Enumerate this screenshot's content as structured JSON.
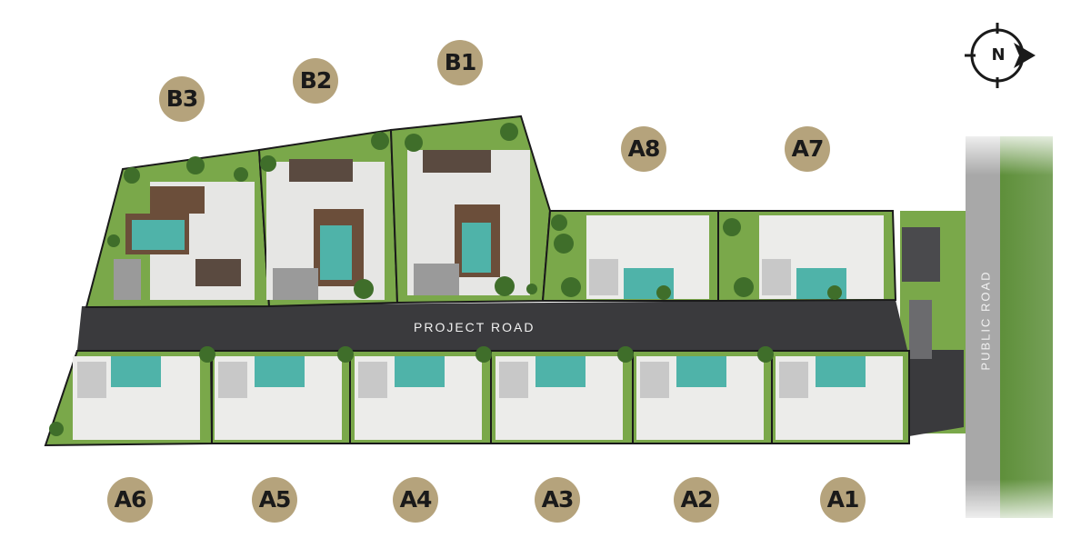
{
  "map": {
    "project_road_label": "PROJECT ROAD",
    "public_road_label": "PUBLIC ROAD",
    "compass_letter": "N",
    "colors": {
      "lawn": "#7aa84a",
      "lawn_dark": "#5f8a36",
      "road": "#3b3b3e",
      "public_road": "#a9a9a9",
      "badge": "#b5a37c",
      "pool": "#4fb3a9",
      "villa_floor": "#e8e8e6",
      "deck": "#6b4e3a"
    },
    "lots": {
      "north": [
        "B3",
        "B2",
        "B1",
        "A8",
        "A7"
      ],
      "south": [
        "A6",
        "A5",
        "A4",
        "A3",
        "A2",
        "A1"
      ]
    }
  }
}
